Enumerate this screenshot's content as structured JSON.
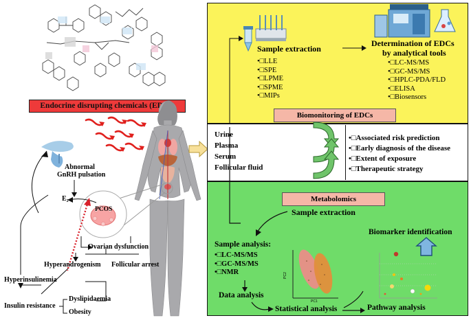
{
  "edc_box": "Endocrine disrupting chemicals (EDCs)",
  "left": {
    "gnrh": [
      "Abnormal",
      "GnRH  pulsation"
    ],
    "e2": "E₂",
    "pcos": "PCOS",
    "ovarian": "Ovarian dysfunction",
    "hyperandrogenism": "Hyperandrogenism",
    "follicular_arrest": "Follicular arrest",
    "hyperinsulinemia": "Hyperinsulinemia",
    "insulin_resistance": "Insulin resistance",
    "dyslipidaemia": "Dyslipidaemia",
    "obesity": "Obesity"
  },
  "biomonitoring": {
    "sample_extraction": "Sample extraction",
    "methods": [
      "LLE",
      "SPE",
      "LPME",
      "SPME",
      "MIPs"
    ],
    "determination": [
      "Determination of EDCs",
      "by analytical tools"
    ],
    "tools": [
      "LC-MS/MS",
      "GC-MS/MS",
      "HPLC-PDA/FLD",
      "ELISA",
      "Biosensors"
    ],
    "title": "Biomonitoring of EDCs"
  },
  "samples": [
    "Urine",
    "Plasma",
    "Serum",
    "Follicular fluid"
  ],
  "outcomes": [
    "Associated risk prediction",
    "Early diagnosis of the disease",
    "Extent of exposure",
    "Therapeutic strategy"
  ],
  "metabolomics": {
    "title": "Metabolomics",
    "sample_extraction": "Sample extraction",
    "sample_analysis": "Sample analysis:",
    "techniques": [
      "LC-MS/MS",
      "GC-MS/MS",
      "NMR"
    ],
    "data_analysis": "Data analysis",
    "statistical_analysis": "Statistical analysis",
    "pathway_analysis": "Pathway analysis",
    "biomarker": "Biomarker identification",
    "pc1": "PC1",
    "pc2": "PC2"
  },
  "colors": {
    "yellow_panel": "#fbf35a",
    "green_panel": "#6fdc69",
    "pink_label": "#f5b7a7",
    "edc_red": "#ee3a3a"
  }
}
